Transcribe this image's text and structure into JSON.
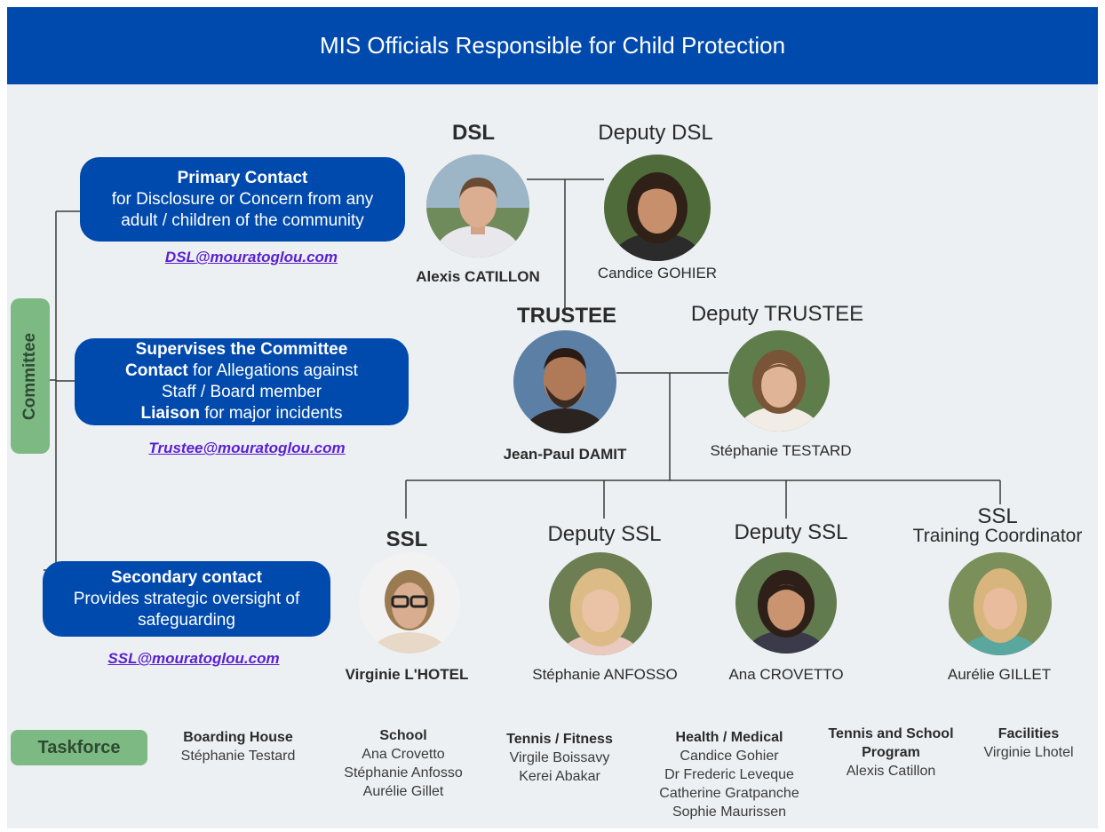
{
  "header": {
    "title": "MIS Officials Responsible for Child Protection"
  },
  "colors": {
    "header_bg": "#004aad",
    "box_bg": "#004aad",
    "label_bg": "#7db982",
    "email": "#5a1fd1",
    "page_bg": "#ecf0f3"
  },
  "side_labels": {
    "committee": "Committee",
    "taskforce": "Taskforce"
  },
  "contacts": [
    {
      "lines": [
        {
          "bold": "Primary Contact",
          "rest": ""
        },
        {
          "bold": "",
          "rest": "for Disclosure or Concern from any"
        },
        {
          "bold": "",
          "rest": "adult / children of the community"
        }
      ],
      "email": "DSL@mouratoglou.com"
    },
    {
      "lines": [
        {
          "bold": "Supervises the Committee",
          "rest": ""
        },
        {
          "bold": "Contact",
          "rest": " for Allegations against"
        },
        {
          "bold": "",
          "rest": "Staff / Board member"
        },
        {
          "bold": "Liaison",
          "rest": " for major incidents"
        }
      ],
      "email": "Trustee@mouratoglou.com"
    },
    {
      "lines": [
        {
          "bold": "Secondary contact",
          "rest": ""
        },
        {
          "bold": "",
          "rest": "Provides strategic oversight of"
        },
        {
          "bold": "",
          "rest": "safeguarding"
        }
      ],
      "email": "SSL@mouratoglou.com"
    }
  ],
  "people": [
    {
      "role": "DSL",
      "name": "Alexis CATILLON",
      "photo": "man-short-hair"
    },
    {
      "role": "Deputy DSL",
      "name": "Candice GOHIER",
      "photo": "woman-dark-hair"
    },
    {
      "role": "TRUSTEE",
      "name": "Jean-Paul DAMIT",
      "photo": "man-beard"
    },
    {
      "role": "Deputy TRUSTEE",
      "name": "Stéphanie TESTARD",
      "photo": "woman-light-hair"
    },
    {
      "role": "SSL",
      "name": "Virginie L'HOTEL",
      "photo": "woman-glasses"
    },
    {
      "role": "Deputy SSL",
      "name": "Stéphanie ANFOSSO",
      "photo": "woman-blonde"
    },
    {
      "role": "Deputy SSL",
      "name": "Ana CROVETTO",
      "photo": "woman-dark-hair"
    },
    {
      "role": "SSL",
      "role2": "Training Coordinator",
      "name": "Aurélie GILLET",
      "photo": "woman-blonde"
    }
  ],
  "taskforce": [
    {
      "title": "Boarding House",
      "members": [
        "Stéphanie Testard"
      ]
    },
    {
      "title": "School",
      "members": [
        "Ana Crovetto",
        "Stéphanie Anfosso",
        "Aurélie Gillet"
      ]
    },
    {
      "title": "Tennis / Fitness",
      "members": [
        "Virgile Boissavy",
        "Kerei Abakar"
      ]
    },
    {
      "title": "Health / Medical",
      "members": [
        "Candice Gohier",
        "Dr Frederic Leveque",
        "Catherine Gratpanche",
        "Sophie Maurissen"
      ]
    },
    {
      "title": "Tennis and School",
      "title2": "Program",
      "members": [
        "Alexis Catillon"
      ]
    },
    {
      "title": "Facilities",
      "members": [
        "Virginie Lhotel"
      ]
    }
  ]
}
